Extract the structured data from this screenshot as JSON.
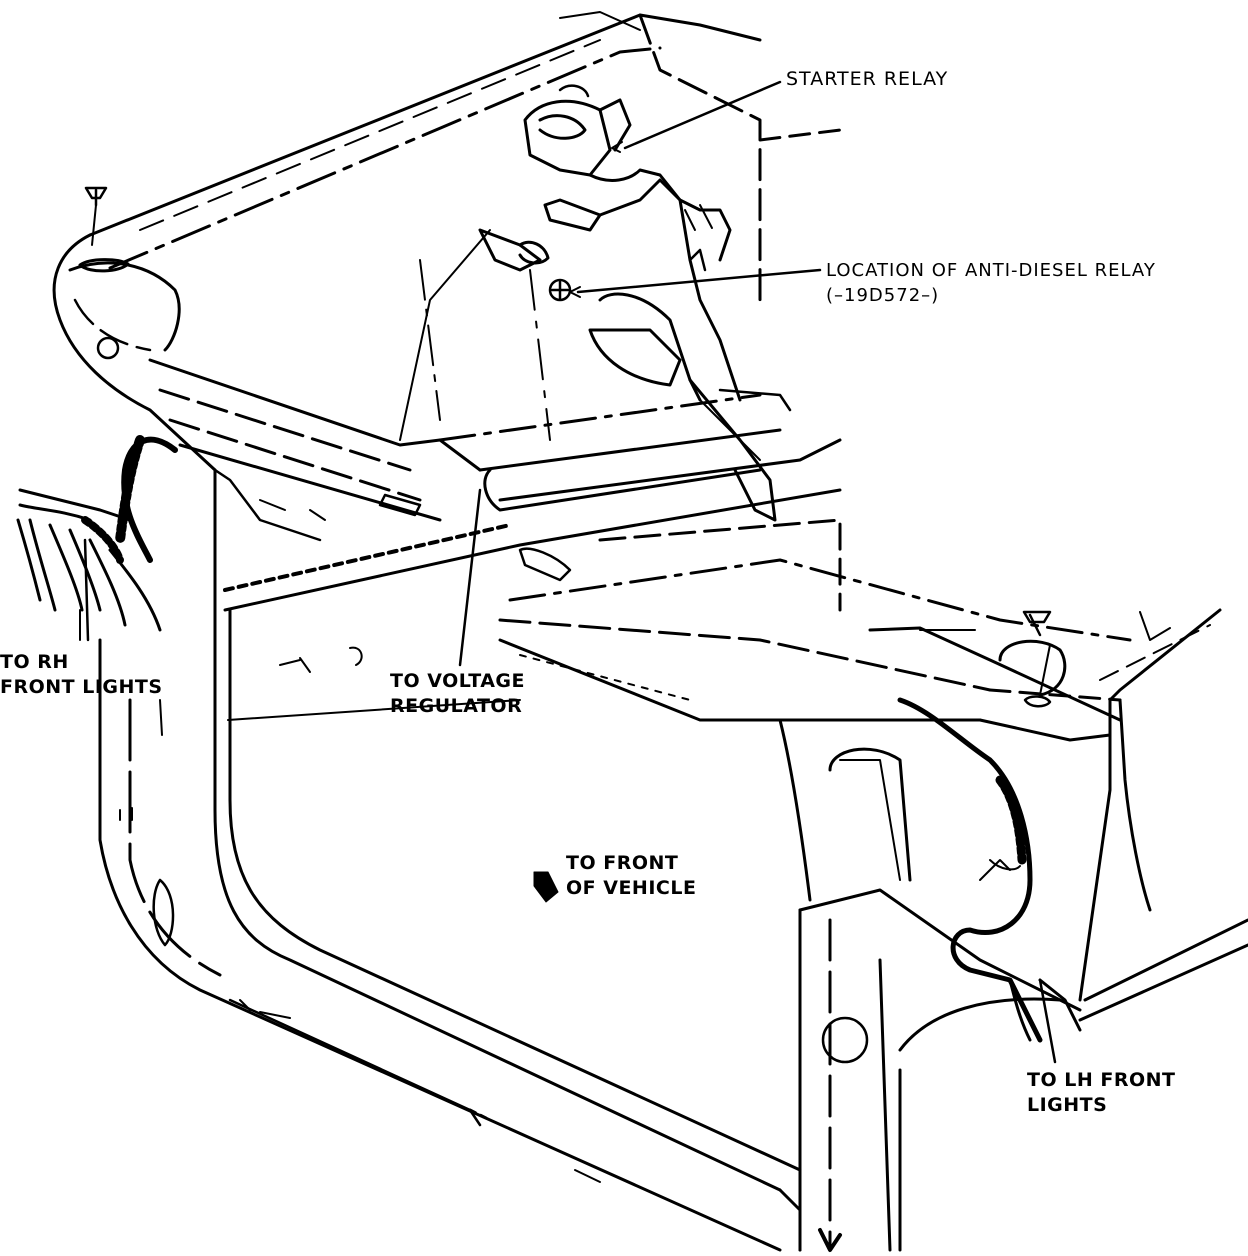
{
  "labels": {
    "starter_relay": "STARTER RELAY",
    "anti_diesel_line1": "LOCATION OF ANTI-DIESEL RELAY",
    "anti_diesel_line2": "(–19D572–)",
    "rh_lights_line1": "TO RH",
    "rh_lights_line2": "FRONT LIGHTS",
    "voltage_line1": "TO VOLTAGE",
    "voltage_line2": "REGULATOR",
    "front_line1": "TO FRONT",
    "front_line2": "OF VEHICLE",
    "lh_lights_line1": "TO LH FRONT",
    "lh_lights_line2": "LIGHTS"
  },
  "colors": {
    "ink": "#000000",
    "paper": "#ffffff"
  }
}
